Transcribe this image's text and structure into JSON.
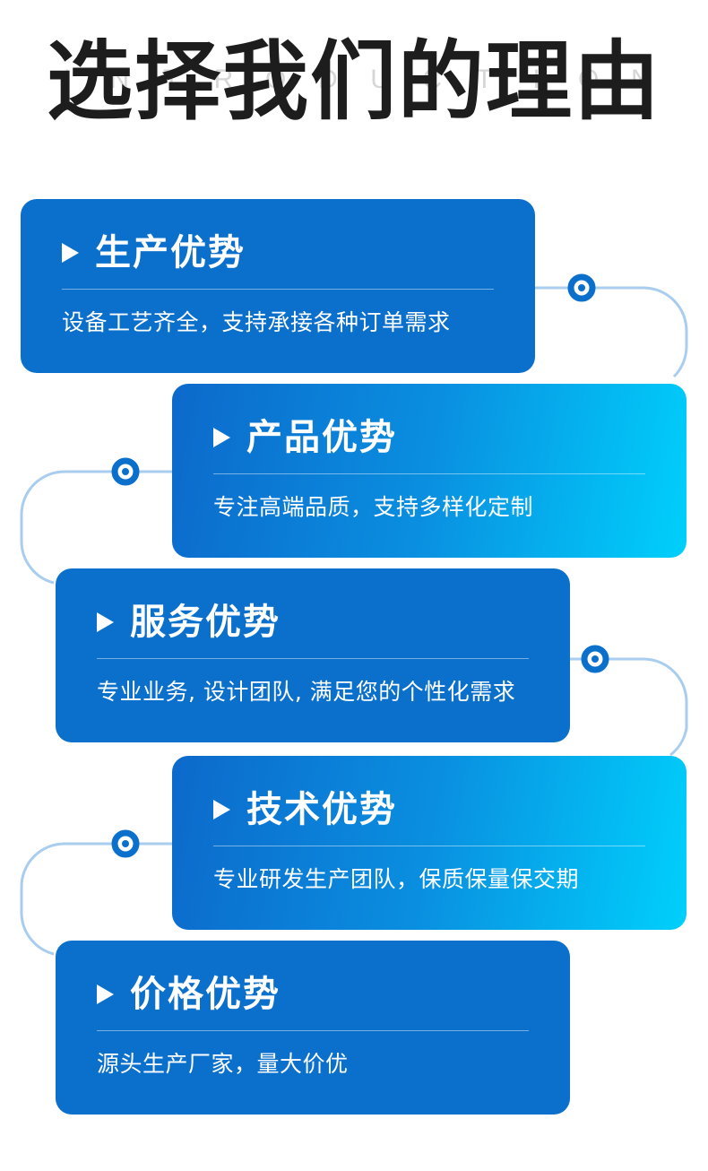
{
  "header": {
    "title": "选择我们的理由",
    "watermark": [
      "I",
      "N",
      "T",
      "R",
      "O",
      "D",
      "U",
      "C",
      "T",
      "I",
      "O",
      "N"
    ]
  },
  "colors": {
    "card_blue": "#0b6fcc",
    "gradient_start": "#0c69cb",
    "gradient_end": "#00d0fb",
    "connector": "#a9cdee",
    "node_ring": "#0b6fcc"
  },
  "cards": [
    {
      "title": "生产优势",
      "desc": "设备工艺齐全，支持承接各种订单需求"
    },
    {
      "title": "产品优势",
      "desc": "专注高端品质，支持多样化定制"
    },
    {
      "title": "服务优势",
      "desc": "专业业务, 设计团队, 满足您的个性化需求"
    },
    {
      "title": "技术优势",
      "desc": "专业研发生产团队，保质保量保交期"
    },
    {
      "title": "价格优势",
      "desc": "源头生产厂家，量大价优"
    }
  ]
}
